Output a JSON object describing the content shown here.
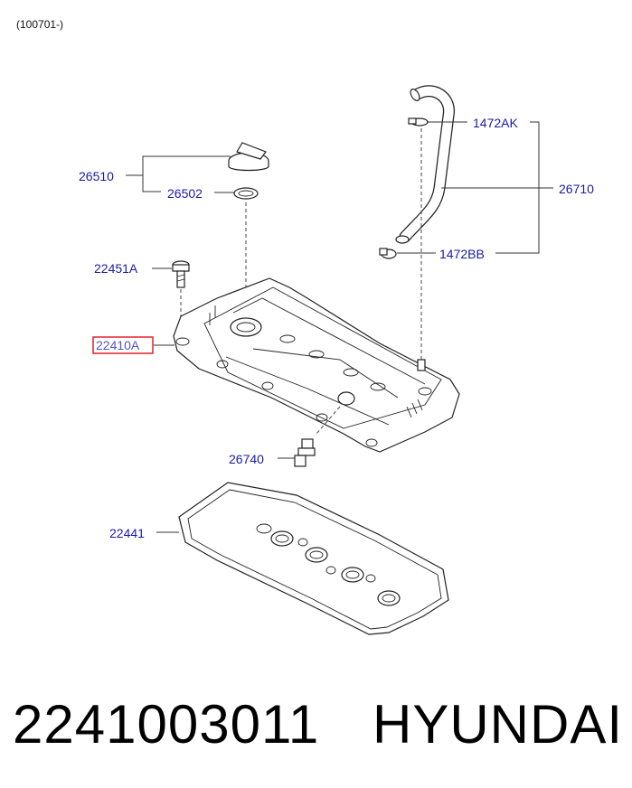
{
  "header": {
    "date_code": "(100701-)"
  },
  "labels": {
    "oil_cap": "26510",
    "cap_gasket": "26502",
    "bolt": "22451A",
    "cover": "22410A",
    "clamp_top": "1472AK",
    "hose": "26710",
    "clamp_bottom": "1472BB",
    "pcv_valve": "26740",
    "gasket": "22441"
  },
  "highlight_color": "#e0202a",
  "label_color": "#1a1aa6",
  "footer": {
    "part_number": "2241003011",
    "brand": "HYUNDAI"
  }
}
